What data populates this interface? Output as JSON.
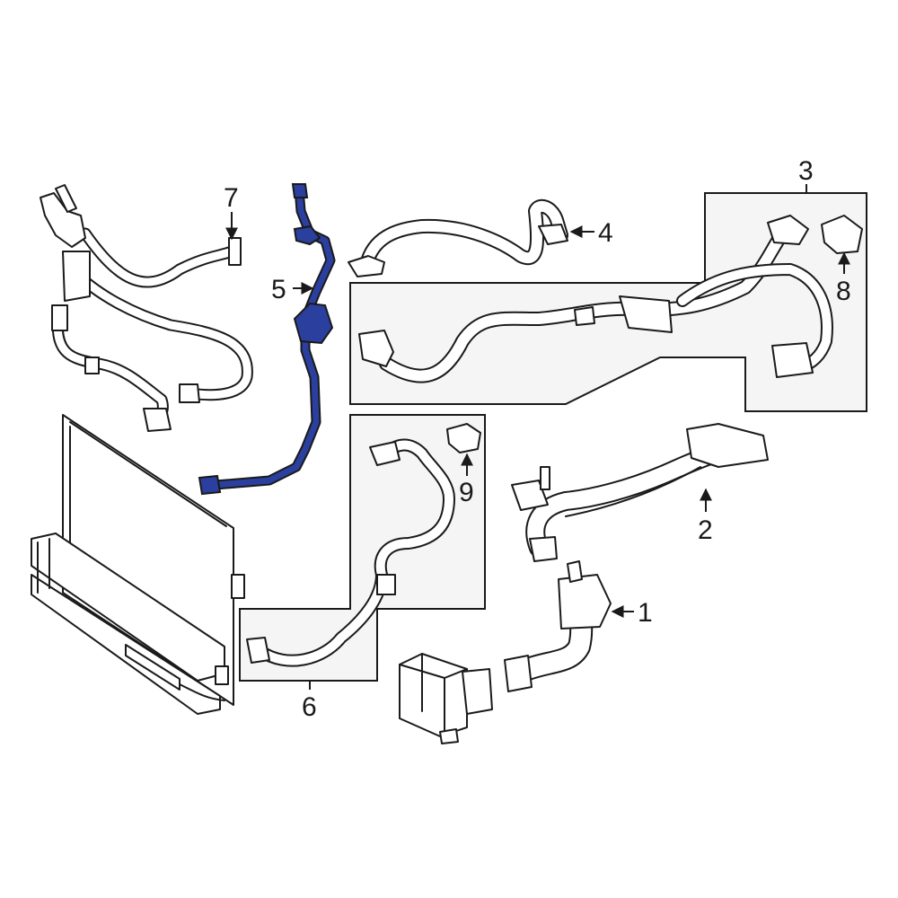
{
  "callouts": {
    "c1": "1",
    "c2": "2",
    "c3": "3",
    "c4": "4",
    "c5": "5",
    "c6": "6",
    "c7": "7",
    "c8": "8",
    "c9": "9"
  },
  "colors": {
    "highlight": "#2b3f9e",
    "outline": "#1a1a1a",
    "group_box_fill": "#f5f5f5"
  }
}
